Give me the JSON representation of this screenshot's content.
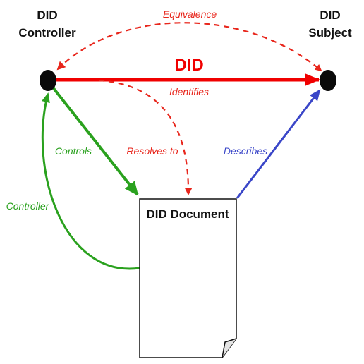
{
  "nodes": {
    "controller": {
      "label_line1": "DID",
      "label_line2": "Controller"
    },
    "subject": {
      "label_line1": "DID",
      "label_line2": "Subject"
    },
    "document": {
      "label": "DID Document"
    }
  },
  "edges": {
    "equivalence": {
      "label": "Equivalence",
      "color": "#e8261c",
      "style": "dashed"
    },
    "did": {
      "label": "DID",
      "color": "#f00000",
      "style": "solid"
    },
    "identifies": {
      "label": "Identifies",
      "color": "#e8261c"
    },
    "resolves_to": {
      "label": "Resolves to",
      "color": "#e8261c",
      "style": "dashed"
    },
    "controls": {
      "label": "Controls",
      "color": "#2aa11e",
      "style": "solid"
    },
    "controller": {
      "label": "Controller",
      "color": "#2aa11e",
      "style": "solid"
    },
    "describes": {
      "label": "Describes",
      "color": "#3a46c8",
      "style": "solid"
    }
  }
}
